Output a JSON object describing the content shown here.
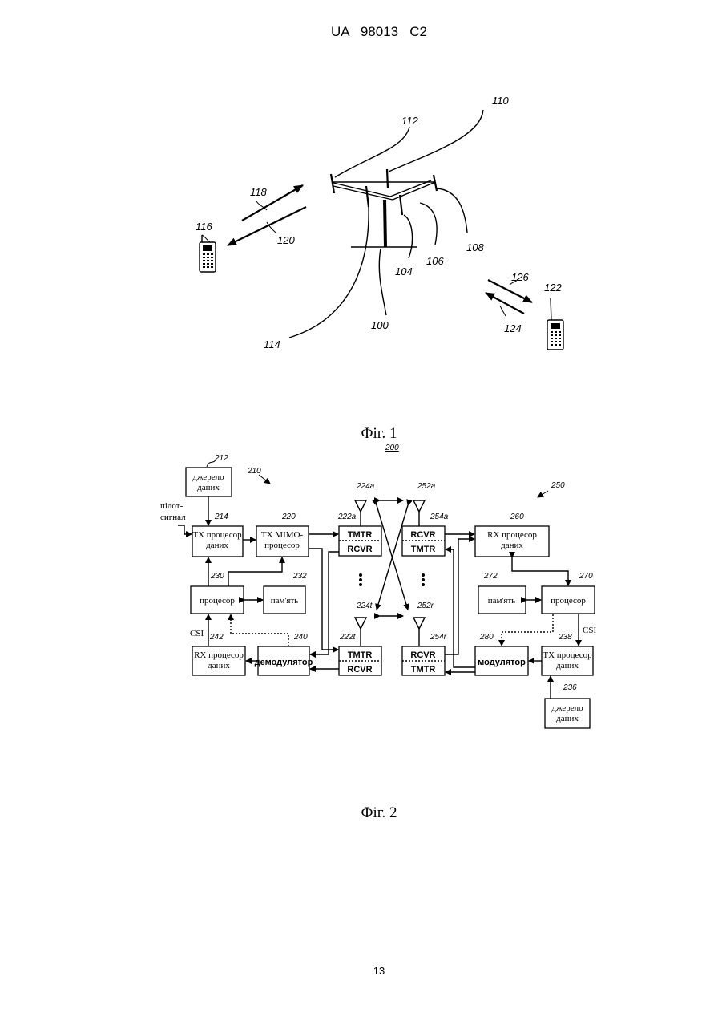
{
  "header": {
    "doc_id": "UA   98013   C2"
  },
  "footer": {
    "page_number": "13"
  },
  "fig1": {
    "caption": "Фіг. 1",
    "labels": {
      "l110": "110",
      "l112": "112",
      "l118": "118",
      "l120": "120",
      "l116": "116",
      "l108": "108",
      "l106": "106",
      "l104": "104",
      "l100": "100",
      "l114": "114",
      "l126": "126",
      "l122": "122",
      "l124": "124"
    }
  },
  "fig2": {
    "caption": "Фіг. 2",
    "labels": {
      "l200": "200",
      "l210": "210",
      "l212": "212",
      "l250": "250",
      "l224a": "224a",
      "l252a": "252a",
      "l222a": "222a",
      "l254a": "254a",
      "l214": "214",
      "l220": "220",
      "l260": "260",
      "l230": "230",
      "l232": "232",
      "l272": "272",
      "l270": "270",
      "l224t": "224t",
      "l252r": "252r",
      "l242": "242",
      "l240": "240",
      "l222t": "222t",
      "l254r": "254r",
      "l280": "280",
      "l238": "238",
      "l236": "236"
    },
    "text": {
      "pilot_1": "пілот-",
      "pilot_2": "сигнал",
      "csi_left": "CSI",
      "csi_right": "CSI"
    },
    "blocks": {
      "src212_1": "джерело",
      "src212_2": "даних",
      "tx214_1": "TX процесор",
      "tx214_2": "даних",
      "mimo220_1": "TX MIMO-",
      "mimo220_2": "процесор",
      "tmtr222a": "TMTR",
      "rcvr222a": "RCVR",
      "rcvr254a": "RCVR",
      "tmtr254a": "TMTR",
      "rx260_1": "RX процесор",
      "rx260_2": "даних",
      "proc230": "процесор",
      "mem232": "пам'ять",
      "mem272": "пам'ять",
      "proc270": "процесор",
      "rx242_1": "RX процесор",
      "rx242_2": "даних",
      "demod240": "демодулятор",
      "tmtr222t": "TMTR",
      "rcvr222t": "RCVR",
      "rcvr254r": "RCVR",
      "tmtr254r": "TMTR",
      "mod280": "модулятор",
      "tx238_1": "TX процесор",
      "tx238_2": "даних",
      "src236_1": "джерело",
      "src236_2": "даних"
    }
  }
}
